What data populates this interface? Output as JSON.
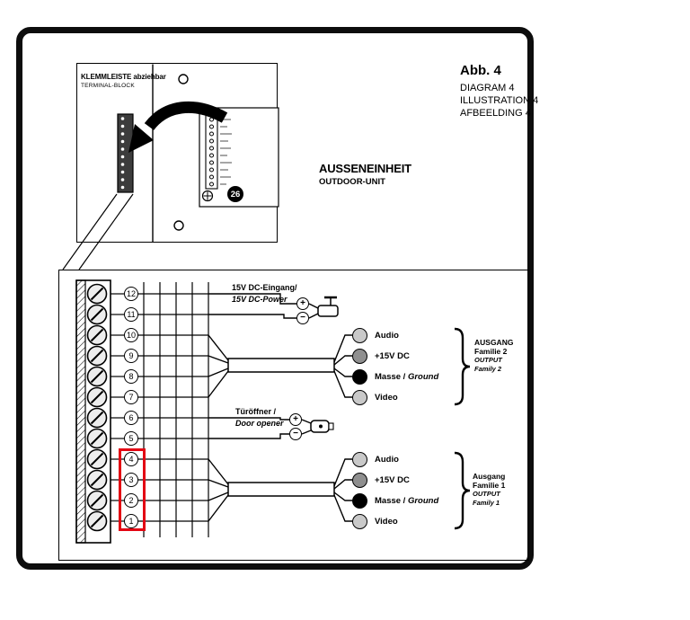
{
  "figure": {
    "title": "Abb. 4",
    "lines": [
      "DIAGRAM 4",
      "ILLUSTRATION 4",
      "AFBEELDING 4"
    ]
  },
  "inset": {
    "title_de": "KLEMMLEISTE abziehbar",
    "title_en": "TERMINAL-BLOCK",
    "callout": "26"
  },
  "unit": {
    "title_de": "AUSSENEINHEIT",
    "title_en": "OUTDOOR-UNIT"
  },
  "power": {
    "label_de": "15V DC-Eingang/",
    "label_en": "15V DC-Power",
    "plus": "+",
    "minus": "−"
  },
  "door": {
    "label_de": "Türöffner /",
    "label_en": "Door opener",
    "plus": "+",
    "minus": "−"
  },
  "terminals": [
    "12",
    "11",
    "10",
    "9",
    "8",
    "7",
    "6",
    "5",
    "4",
    "3",
    "2",
    "1"
  ],
  "family2": {
    "lines": [
      {
        "t": "Audio"
      },
      {
        "t": "+15V DC"
      },
      {
        "t": "Masse / ",
        "i": "Ground"
      },
      {
        "t": "Video"
      }
    ],
    "dots": [
      "#c9c9c9",
      "#8f8f8f",
      "#000000",
      "#c9c9c9"
    ],
    "group": [
      "AUSGANG",
      "Familie 2",
      "OUTPUT",
      "Family 2"
    ]
  },
  "family1": {
    "lines": [
      {
        "t": "Audio"
      },
      {
        "t": "+15V DC"
      },
      {
        "t": "Masse / ",
        "i": "Ground"
      },
      {
        "t": "Video"
      }
    ],
    "dots": [
      "#c9c9c9",
      "#8f8f8f",
      "#000000",
      "#c9c9c9"
    ],
    "group": [
      "Ausgang",
      "Familie 1",
      "OUTPUT",
      "Family 1"
    ]
  },
  "colors": {
    "highlight": "#e30613",
    "frame": "#0d0d0d"
  }
}
